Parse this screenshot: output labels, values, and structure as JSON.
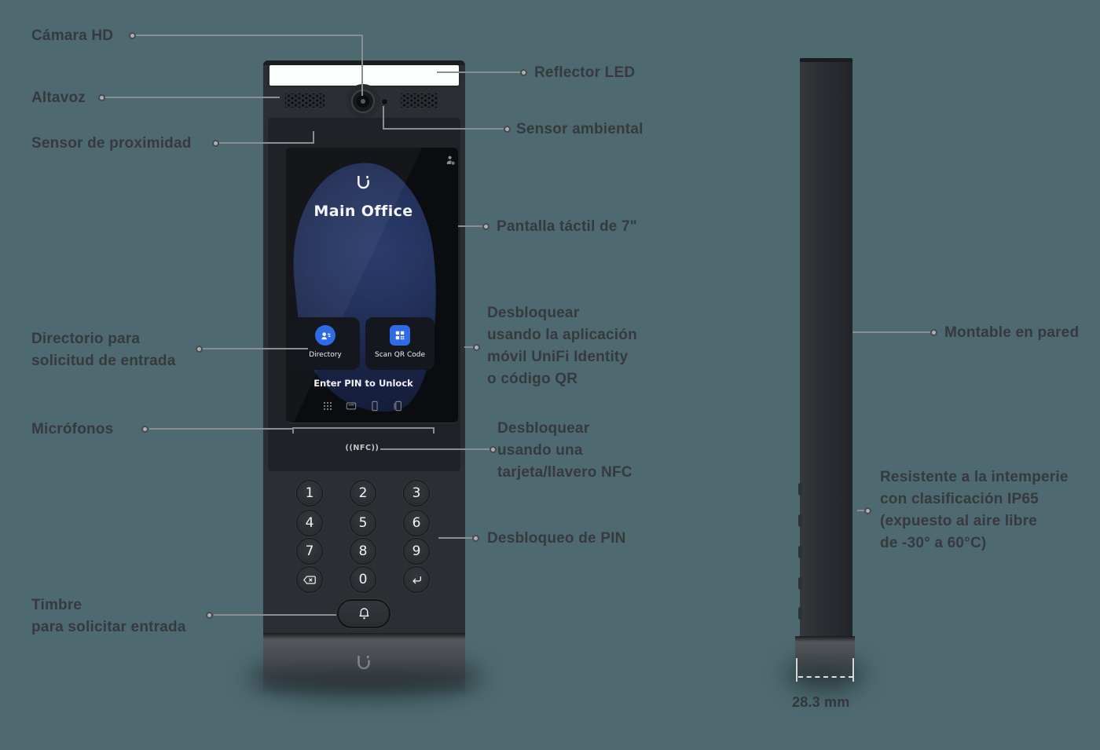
{
  "colors": {
    "background": "#4e6a70",
    "label_text": "#363a3e",
    "callout_line": "#8b8e90",
    "device_body": "#2b2e32",
    "glass_panel": "#1f2226",
    "screen": "#0a0c10",
    "accent_blue": "#2e6be5",
    "led_bar_white": "#fcfdfd"
  },
  "callouts": {
    "camera": "Cámara HD",
    "speaker": "Altavoz",
    "proximity": "Sensor de proximidad",
    "led": "Reflector LED",
    "ambient": "Sensor ambiental",
    "touchscreen": "Pantalla táctil de 7\"",
    "directory_1": "Directorio para",
    "directory_2": "solicitud de entrada",
    "app_1": "Desbloquear",
    "app_2": "usando la aplicación",
    "app_3": "móvil UniFi Identity",
    "app_4": "o código QR",
    "microphones": "Micrófonos",
    "nfc_1": "Desbloquear",
    "nfc_2": "usando una",
    "nfc_3": "tarjeta/llavero NFC",
    "pin": "Desbloqueo de PIN",
    "doorbell_1": "Timbre",
    "doorbell_2": "para solicitar entrada",
    "wall": "Montable en pared",
    "weather_1": "Resistente a la intemperie",
    "weather_2": "con clasificación IP65",
    "weather_3": "(expuesto al aire libre",
    "weather_4": "de -30° a 60°C)"
  },
  "front": {
    "screen": {
      "site_name": "Main Office",
      "directory_button": "Directory",
      "qr_button": "Scan QR Code",
      "pin_prompt": "Enter PIN to Unlock",
      "status_icon": "user-icon",
      "logo_icon": "ubiquiti-logo",
      "unlock_icons": [
        "pin-pad-icon",
        "card-icon",
        "phone-icon",
        "tap-phone-icon"
      ]
    },
    "nfc_marking": "((NFC))",
    "keypad": {
      "digits": [
        "1",
        "2",
        "3",
        "4",
        "5",
        "6",
        "7",
        "8",
        "9",
        "0"
      ],
      "special": [
        "backspace-icon",
        "enter-icon"
      ]
    },
    "doorbell_icon": "bell-icon",
    "base_logo_icon": "ubiquiti-logo"
  },
  "side": {
    "depth_label": "28.3 mm"
  }
}
